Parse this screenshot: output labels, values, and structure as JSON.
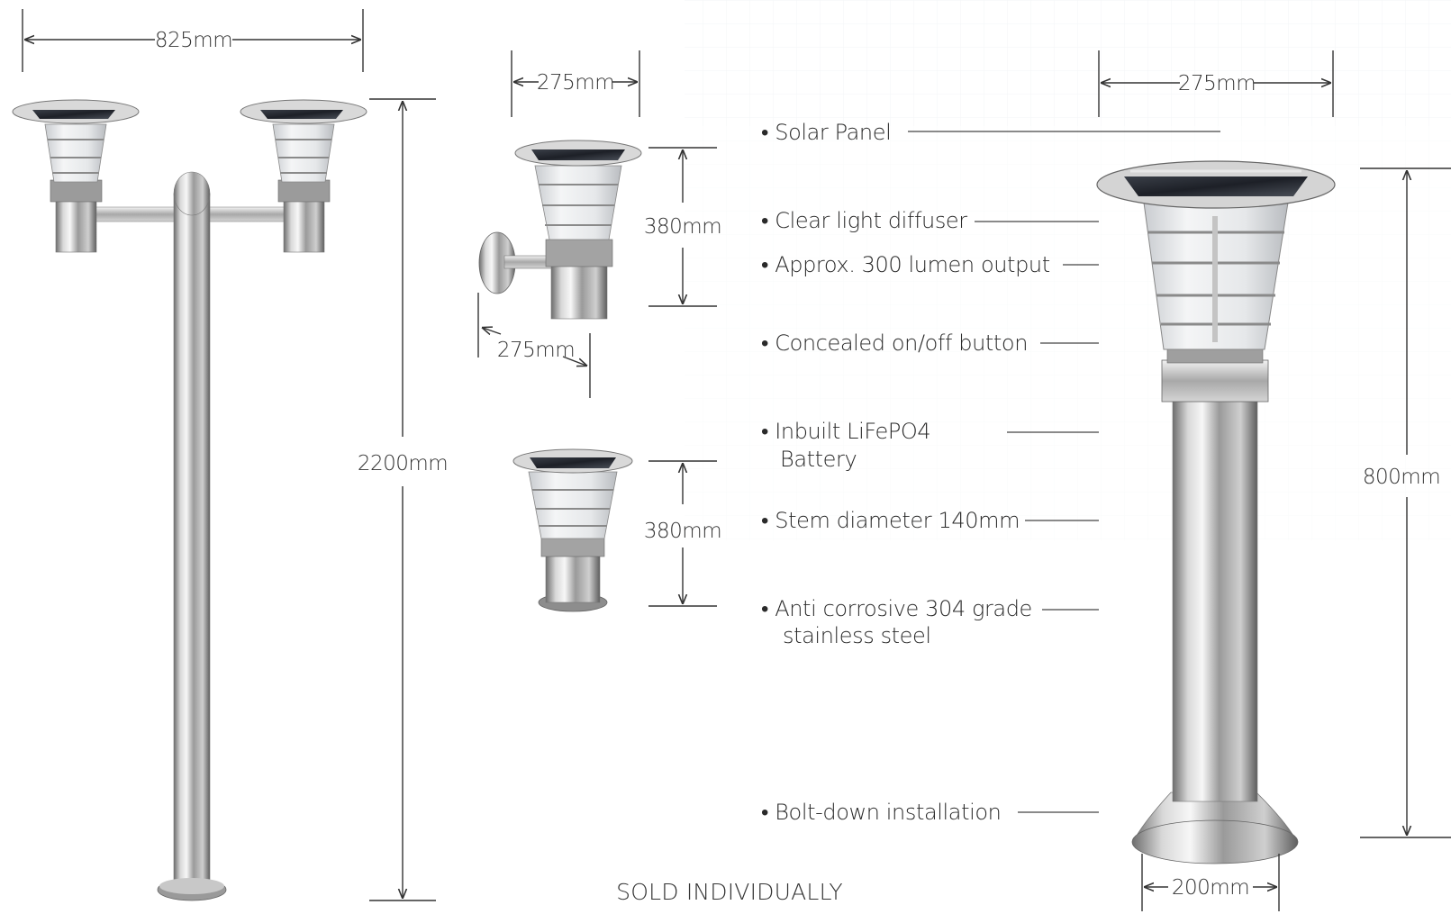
{
  "dimensions": {
    "twin_width": "825mm",
    "twin_height": "2200mm",
    "wall_width": "275mm",
    "wall_height": "380mm",
    "wall_depth": "275mm",
    "pillar_height": "380mm",
    "bollard_width": "275mm",
    "bollard_height": "800mm",
    "bollard_base": "200mm"
  },
  "features": [
    {
      "line1": "• Solar Panel",
      "line2": ""
    },
    {
      "line1": "• Clear light diffuser",
      "line2": ""
    },
    {
      "line1": "• Approx. 300 lumen output",
      "line2": ""
    },
    {
      "line1": "• Concealed on/off button",
      "line2": ""
    },
    {
      "line1": "• Inbuilt LiFePO4",
      "line2": "Battery"
    },
    {
      "line1": "• Stem diameter 140mm",
      "line2": ""
    },
    {
      "line1": "• Anti corrosive 304 grade",
      "line2": "stainless steel"
    },
    {
      "line1": "• Bolt-down installation",
      "line2": ""
    }
  ],
  "footer": "SOLD INDIVIDUALLY"
}
